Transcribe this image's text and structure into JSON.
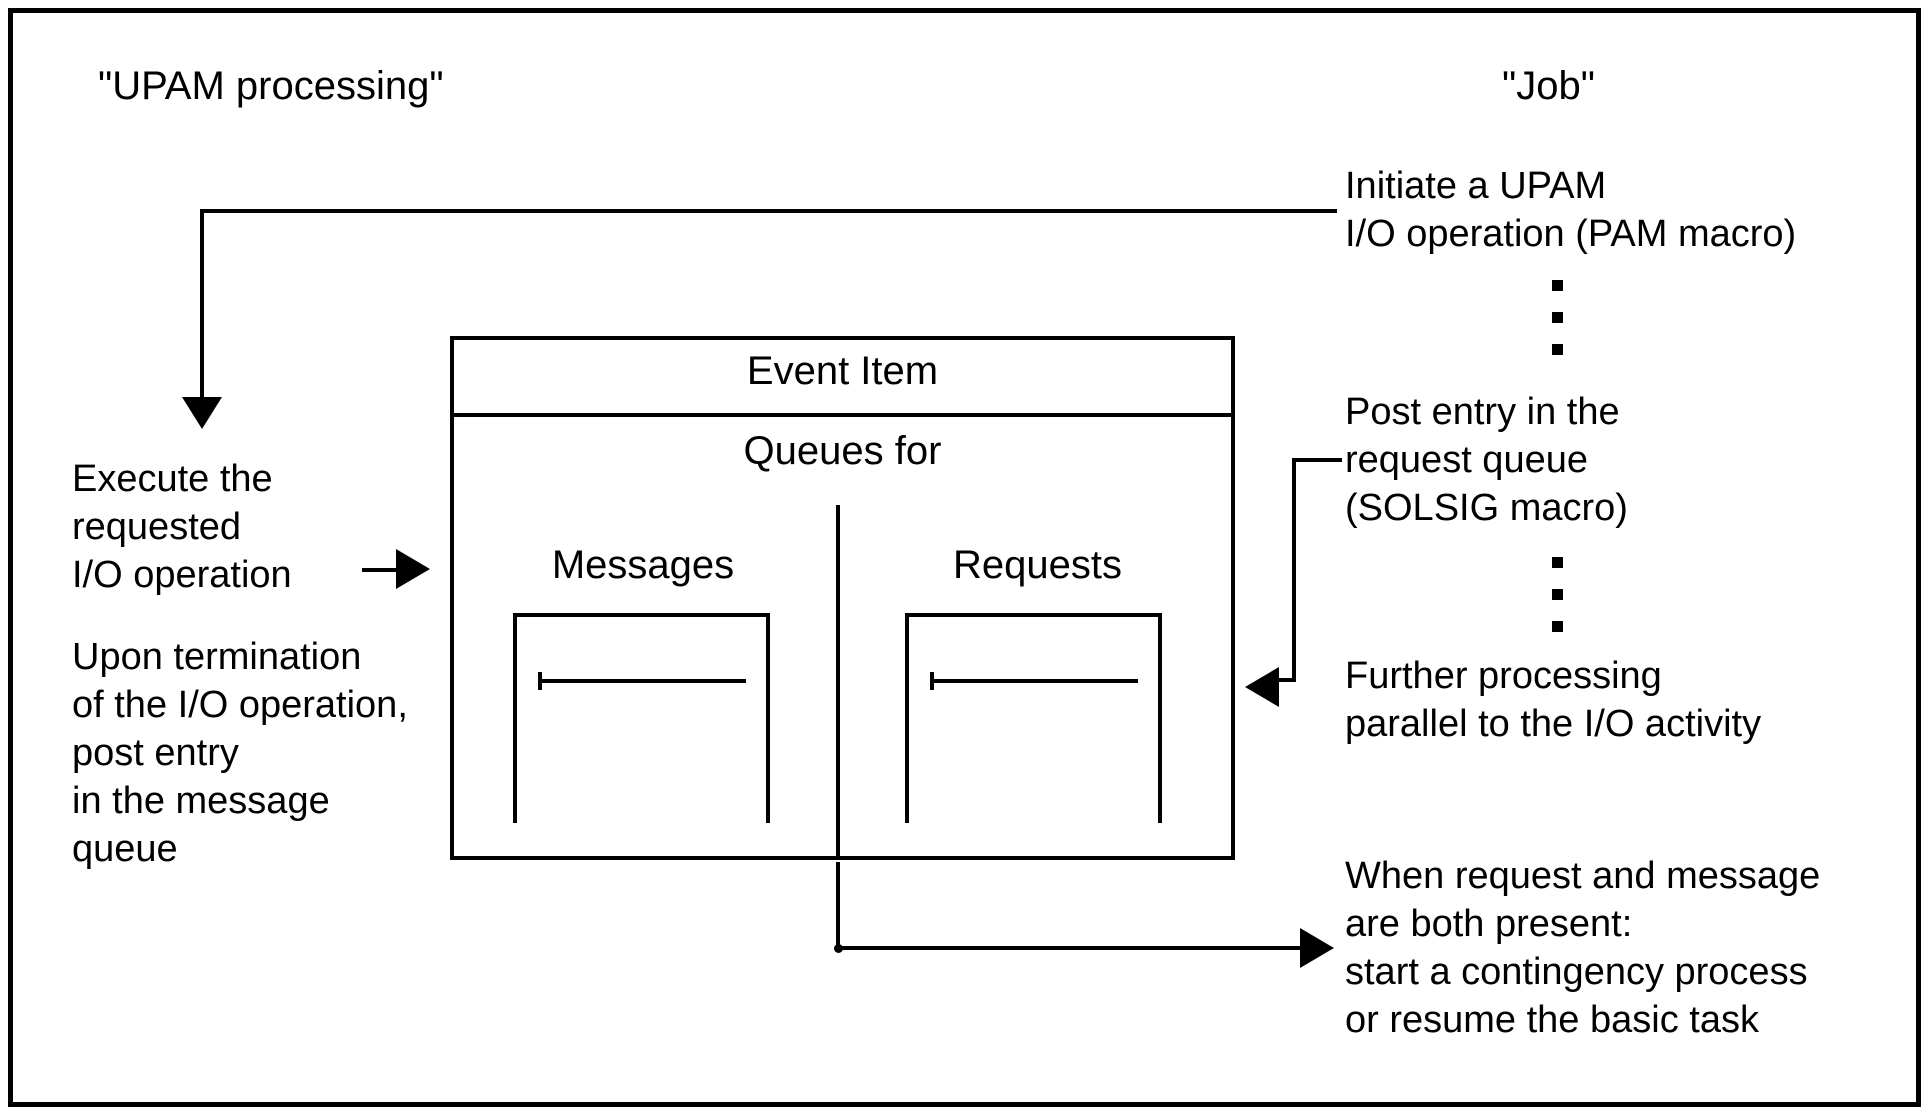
{
  "diagram": {
    "title_left": "\"UPAM processing\"",
    "title_right": "\"Job\"",
    "event_item": {
      "header": "Event Item",
      "subtitle": "Queues for",
      "queues": [
        {
          "label": "Messages"
        },
        {
          "label": "Requests"
        }
      ]
    },
    "left_notes": [
      {
        "id": "execute-note",
        "lines": [
          "Execute the",
          "requested",
          "I/O operation"
        ],
        "text": "Execute the\nrequested\nI/O operation"
      },
      {
        "id": "termination-note",
        "lines": [
          "Upon termination",
          "of the I/O operation,",
          "post entry",
          "in the message",
          "queue"
        ],
        "text": "Upon termination\nof the I/O operation,\npost entry\nin the message\nqueue"
      }
    ],
    "right_notes": [
      {
        "id": "initiate-note",
        "lines": [
          "Initiate a UPAM",
          "I/O operation (PAM macro)"
        ],
        "text": "Initiate a UPAM\nI/O operation (PAM macro)"
      },
      {
        "id": "post-entry-note",
        "lines": [
          "Post entry in the",
          "request queue",
          "(SOLSIG macro)"
        ],
        "text": "Post entry in the\nrequest queue\n(SOLSIG macro)"
      },
      {
        "id": "further-processing-note",
        "lines": [
          "Further processing",
          "parallel to the I/O activity"
        ],
        "text": "Further processing\nparallel to the I/O activity"
      },
      {
        "id": "both-present-note",
        "lines": [
          "When request and message",
          "are both present:",
          "start a contingency process",
          "or resume the basic task"
        ],
        "text": "When request and message\nare both present:\nstart a contingency process\nor resume the basic task"
      }
    ],
    "ellipses": [
      {
        "id": "ellipsis-after-initiate",
        "dots": 3
      },
      {
        "id": "ellipsis-after-post-entry",
        "dots": 3
      }
    ],
    "colors": {
      "ink": "#000000",
      "background": "#ffffff",
      "frame": "#000000"
    }
  }
}
